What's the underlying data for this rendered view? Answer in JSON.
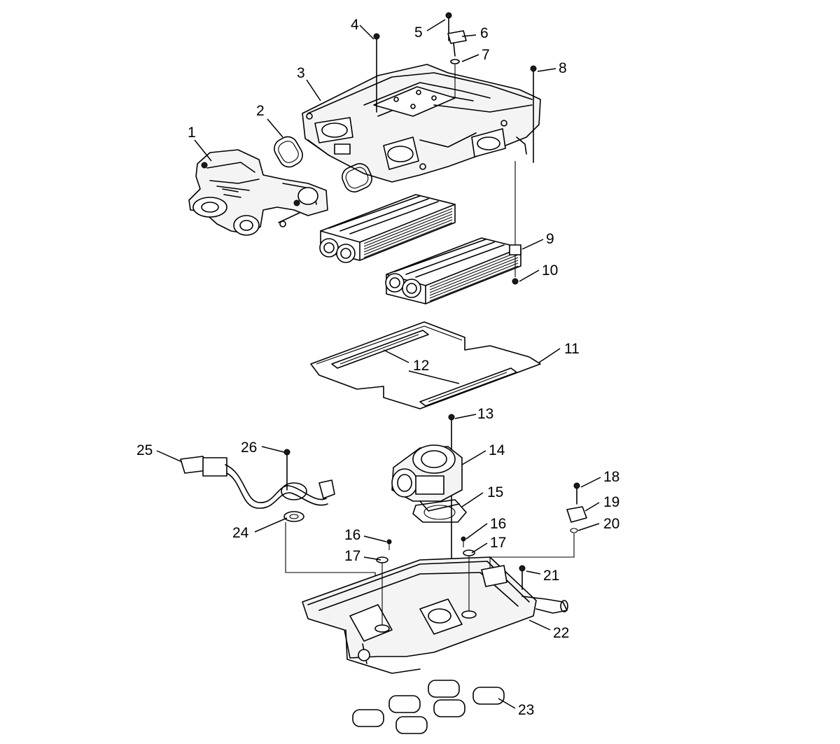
{
  "figure": {
    "callouts": [
      "1",
      "2",
      "3",
      "4",
      "5",
      "6",
      "7",
      "8",
      "9",
      "10",
      "11",
      "12",
      "13",
      "14",
      "15",
      "16",
      "16",
      "17",
      "17",
      "18",
      "19",
      "20",
      "21",
      "22",
      "23",
      "24",
      "25",
      "26"
    ]
  },
  "parts": {
    "throttle_adapter": "thermostat-housing-assembly",
    "upper_manifold": "charge-air-cooler-cover",
    "intercoolers": "charge-air-cooler-cores",
    "lower_gasket": "lower-intake-gasket",
    "throttle_body": "throttle-body",
    "lower_manifold": "lower-intake-manifold",
    "port_seals": "intake-port-seals",
    "harness": "sensor-wire-harness"
  },
  "colors": {
    "ink": "#000000",
    "paper": "#ffffff",
    "shade": "#f4f4f4"
  }
}
